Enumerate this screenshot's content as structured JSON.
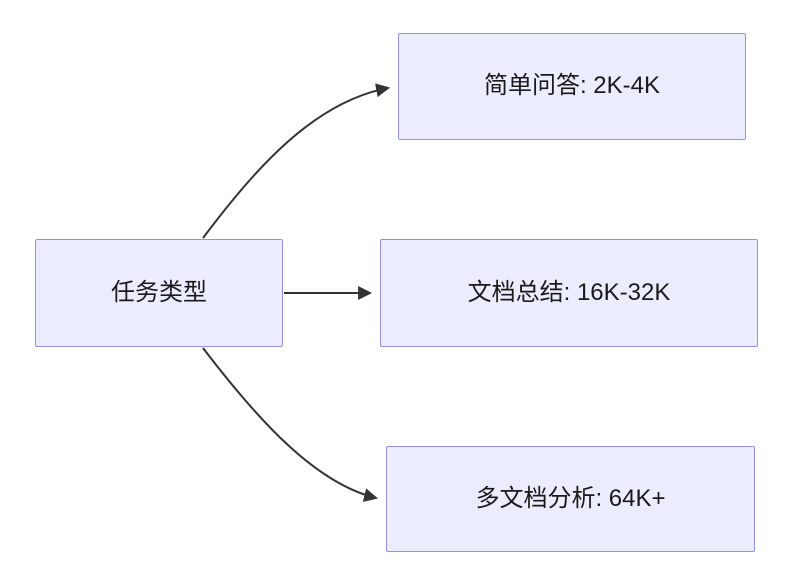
{
  "diagram": {
    "type": "flowchart-left-to-right",
    "nodes": {
      "root": {
        "label": "任务类型"
      },
      "top": {
        "label": "简单问答: 2K-4K"
      },
      "middle": {
        "label": "文档总结: 16K-32K"
      },
      "bottom": {
        "label": "多文档分析: 64K+"
      }
    },
    "edges": [
      {
        "from": "任务类型",
        "to": "简单问答: 2K-4K"
      },
      {
        "from": "任务类型",
        "to": "文档总结: 16K-32K"
      },
      {
        "from": "任务类型",
        "to": "多文档分析: 64K+"
      }
    ],
    "colors": {
      "node_fill": "#ECECFF",
      "node_border": "#9292DE",
      "arrow": "#333333",
      "text": "#1a1a1a",
      "background": "#FFFFFF"
    }
  }
}
